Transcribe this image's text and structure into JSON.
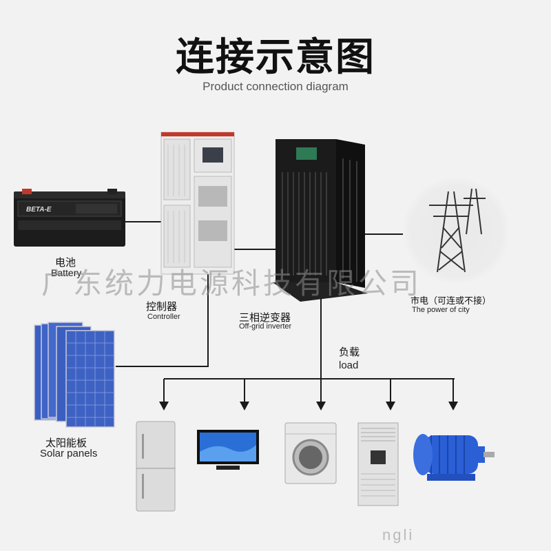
{
  "title": "连接示意图",
  "subtitle": "Product connection diagram",
  "components": {
    "battery": {
      "cn": "电池",
      "en": "Battery",
      "brand": "BETA-E"
    },
    "controller": {
      "cn": "控制器",
      "en": "Controller"
    },
    "inverter": {
      "cn": "三相逆变器",
      "en": "Off-grid inverter"
    },
    "city_power": {
      "cn": "市电（可连或不接）",
      "en": "The power of city"
    },
    "load": {
      "cn": "负载",
      "en": "load"
    },
    "solar": {
      "cn": "太阳能板",
      "en": "Solar panels"
    }
  },
  "watermark": "广东统力电源科技有限公司",
  "watermark2": "ngli",
  "colors": {
    "background": "#f2f2f2",
    "line": "#1a1a1a",
    "panel_blue": "#3b5fc0",
    "motor_blue": "#2a5fd6"
  }
}
